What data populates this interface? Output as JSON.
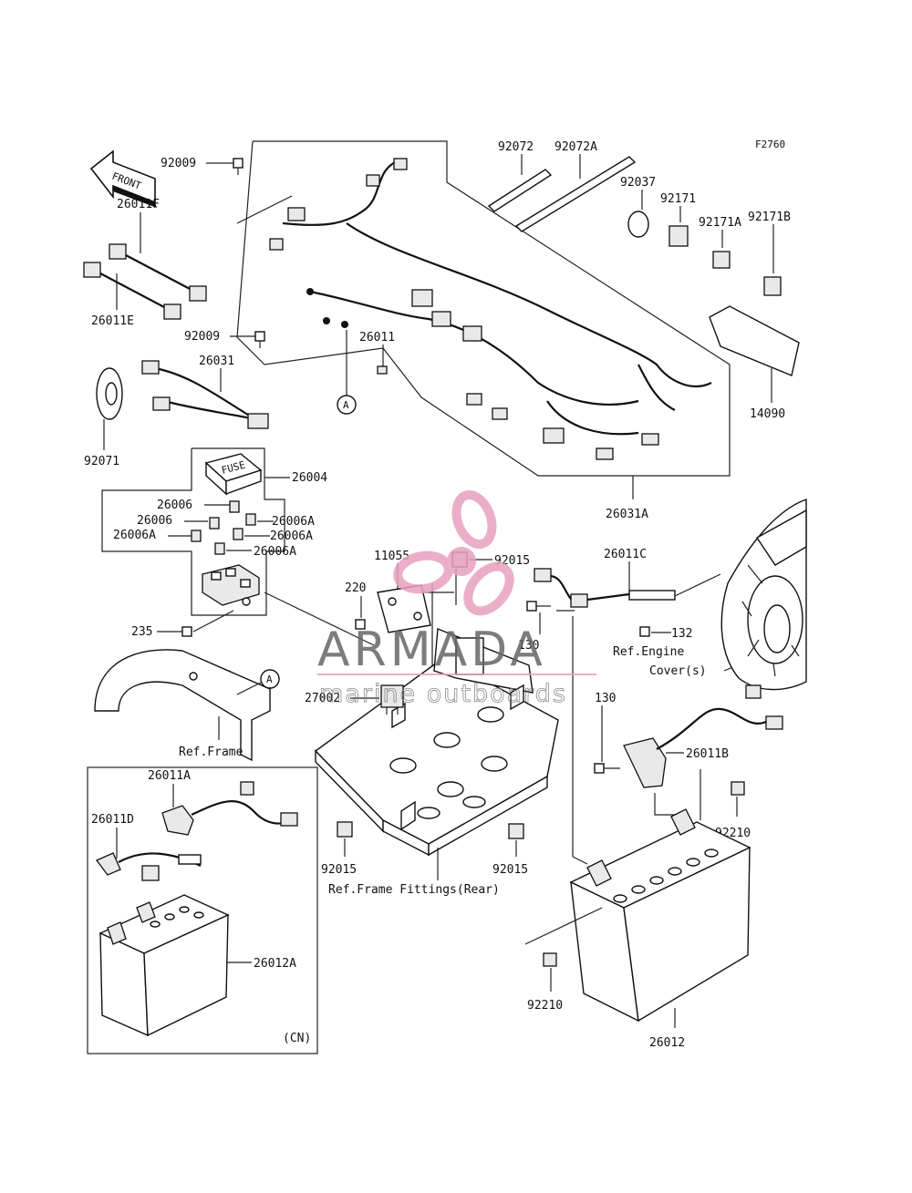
{
  "figure_code": "F2760",
  "front_arrow": "FRONT",
  "watermark": {
    "brand": "ARMADA",
    "tagline": "marine outboards",
    "accent": "#e8a0bf"
  },
  "callouts": {
    "p92009a": "92009",
    "p92072": "92072",
    "p92072A": "92072A",
    "p92037": "92037",
    "p92171": "92171",
    "p92171A": "92171A",
    "p92171B": "92171B",
    "p26011F": "26011F",
    "p26011E": "26011E",
    "p92009b": "92009",
    "p26011": "26011",
    "p26031": "26031",
    "p14090": "14090",
    "p92071": "92071",
    "p26004": "26004",
    "p26031A": "26031A",
    "p26006a": "26006",
    "p26006Aa": "26006A",
    "p26006b": "26006",
    "p26006Ab": "26006A",
    "p26006Ac": "26006A",
    "p26006Ad": "26006A",
    "p11055": "11055",
    "p92015a": "92015",
    "p26011C": "26011C",
    "p220": "220",
    "p235": "235",
    "p132": "132",
    "p130a": "130",
    "p27002": "27002",
    "p130b": "130",
    "p26011B": "26011B",
    "p26011A": "26011A",
    "p26011D": "26011D",
    "p92210a": "92210",
    "p92015b": "92015",
    "p92015c": "92015",
    "p26012A": "26012A",
    "p92210b": "92210",
    "p26012": "26012"
  },
  "ref_notes": {
    "ref_engine_1": "Ref.Engine",
    "ref_engine_2": "Cover(s)",
    "ref_frame": "Ref.Frame",
    "ref_frame_fittings": "Ref.Frame Fittings(Rear)",
    "cn": "(CN)",
    "marker_a1": "A",
    "marker_a2": "A",
    "fuse_text": "FUSE"
  }
}
